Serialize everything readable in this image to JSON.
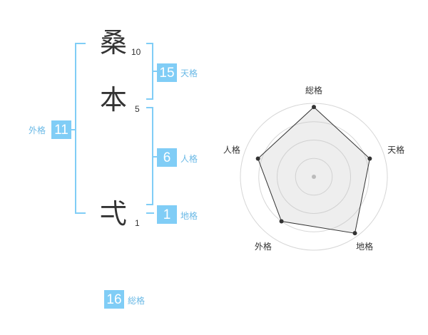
{
  "name": {
    "characters": [
      {
        "char": "桑",
        "strokes": "10"
      },
      {
        "char": "本",
        "strokes": "5"
      },
      {
        "char": "弌",
        "strokes": "1"
      }
    ]
  },
  "fortune": {
    "tenkaku": {
      "value": "15",
      "label": "天格"
    },
    "jinkaku": {
      "value": "6",
      "label": "人格"
    },
    "chikaku": {
      "value": "1",
      "label": "地格"
    },
    "gaikaku": {
      "value": "11",
      "label": "外格"
    },
    "soukaku": {
      "value": "16",
      "label": "総格"
    }
  },
  "colors": {
    "accent": "#80cdf6",
    "label": "#6ab9e6",
    "text": "#333333"
  },
  "chart_data": {
    "type": "radar",
    "axes": [
      "総格",
      "天格",
      "地格",
      "外格",
      "人格"
    ],
    "values": [
      0.95,
      0.8,
      0.95,
      0.75,
      0.8
    ],
    "range": [
      0,
      1
    ],
    "rings": 4
  }
}
